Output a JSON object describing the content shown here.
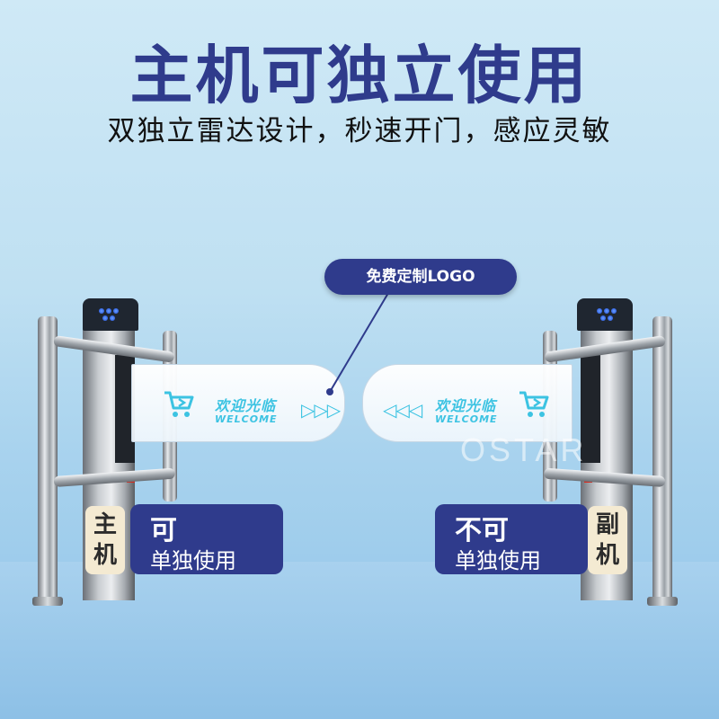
{
  "headline": "主机可独立使用",
  "subline": "双独立雷达设计，秒速开门，感应灵敏",
  "logo_callout": "免费定制LOGO",
  "left_gate": {
    "welcome_cn": "欢迎光临",
    "welcome_en": "WELCOME",
    "arrows": "▷▷▷",
    "icon": "shopping-cart-icon"
  },
  "right_gate": {
    "welcome_cn": "欢迎光临",
    "welcome_en": "WELCOME",
    "arrows": "◁◁◁",
    "icon": "shopping-cart-icon"
  },
  "watermark": "OSTAR",
  "left_badge": {
    "side_line1": "主",
    "side_line2": "机",
    "title": "可",
    "subtitle": "单独使用"
  },
  "right_badge": {
    "side_line1": "副",
    "side_line2": "机",
    "title": "不可",
    "subtitle": "单独使用"
  },
  "colors": {
    "brand_navy": "#2f3b8c",
    "welcome_cyan": "#3cc3e2",
    "badge_cream": "#f4ead2"
  }
}
